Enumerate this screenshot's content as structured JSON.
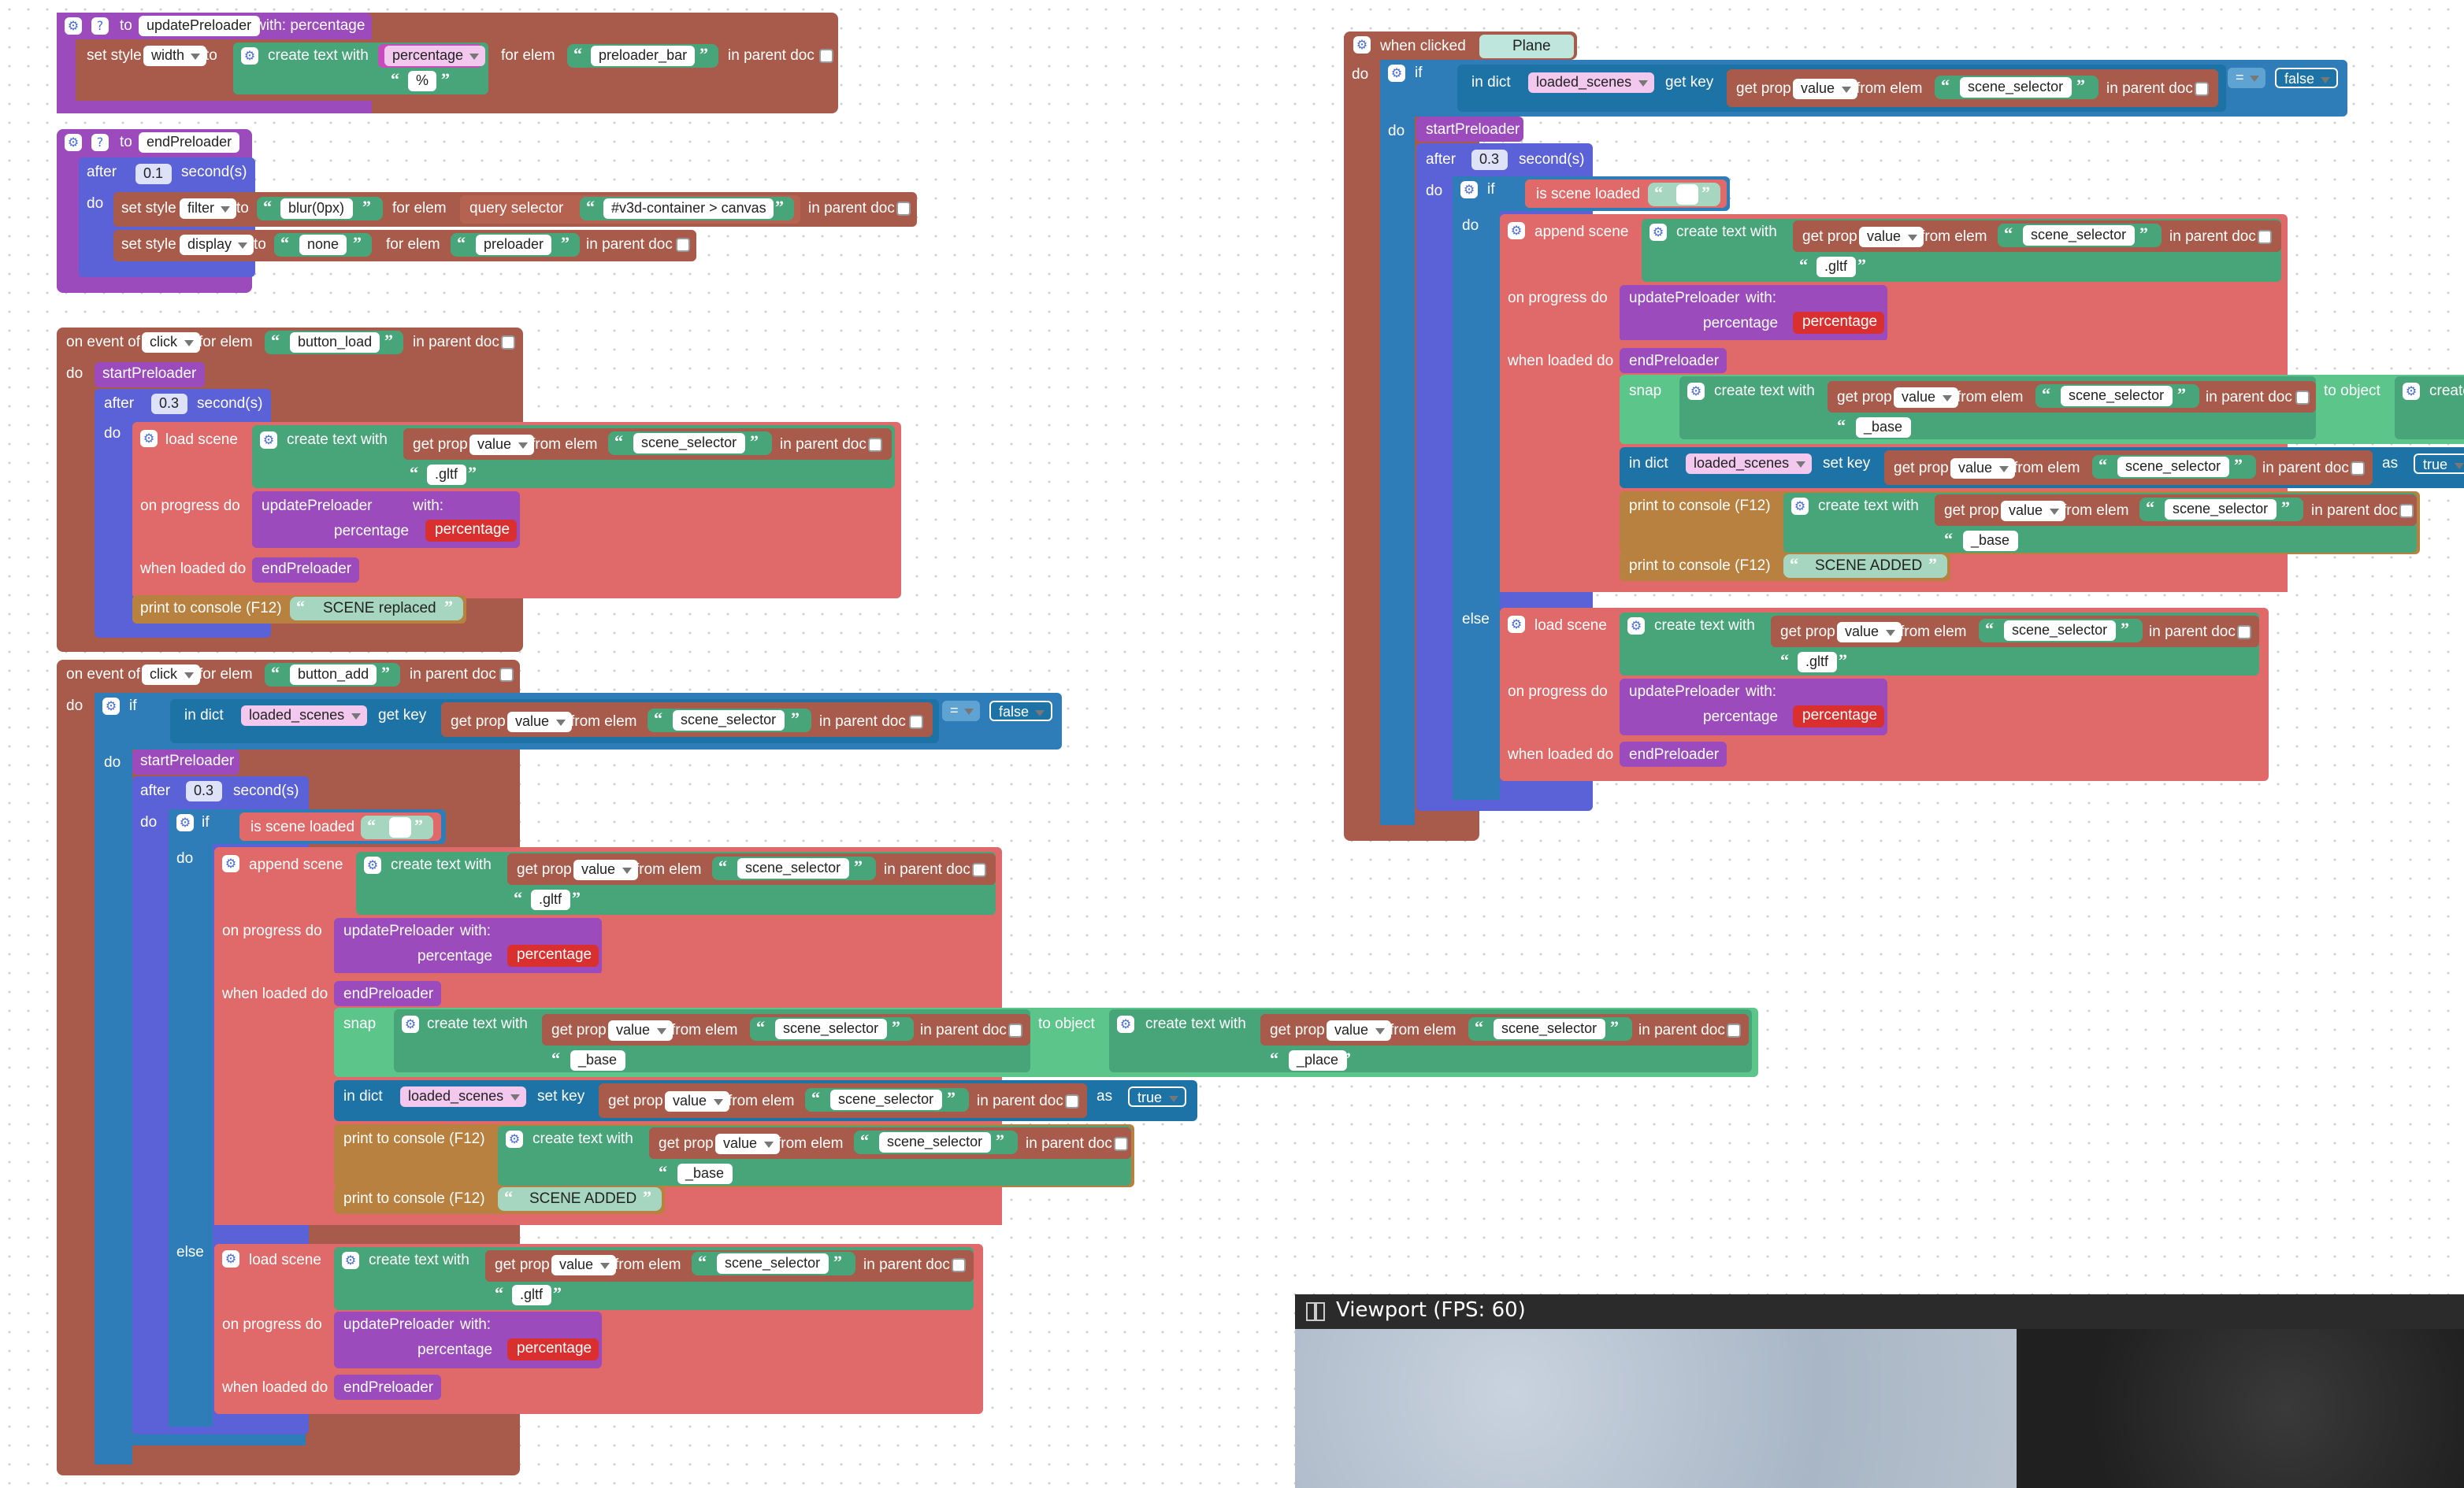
{
  "fn_update": {
    "to": "to",
    "name": "updatePreloader",
    "with": "with: percentage",
    "set_style": "set style",
    "prop": "width",
    "to2": "to",
    "create_text": "create text with",
    "var": "percentage",
    "pct": "%",
    "for_elem": "for elem",
    "elem": "preloader_bar",
    "in_parent": "in parent doc"
  },
  "fn_end": {
    "to": "to",
    "name": "endPreloader",
    "after": "after",
    "delay": "0.1",
    "seconds": "second(s)",
    "do": "do",
    "set_style": "set style",
    "prop1": "filter",
    "to1": "to",
    "val1": "blur(0px)",
    "for_elem": "for elem",
    "query": "query selector",
    "selector": "#v3d-container > canvas",
    "in_parent": "in parent doc",
    "prop2": "display",
    "val2": "none",
    "elem2": "preloader"
  },
  "common": {
    "on_event": "on event of",
    "click": "click",
    "for_elem": "for elem",
    "in_parent": "in parent doc",
    "do": "do",
    "start": "startPreloader",
    "after": "after",
    "delay": "0.3",
    "seconds": "second(s)",
    "load_scene": "load scene",
    "append_scene": "append scene",
    "create_text": "create text with",
    "get_prop": "get prop",
    "value": "value",
    "from_elem": "from elem",
    "scene_selector": "scene_selector",
    "gltf": ".gltf",
    "on_progress": "on progress do",
    "update": "updatePreloader",
    "with": "with:",
    "percentage": "percentage",
    "when_loaded": "when loaded do",
    "end": "endPreloader",
    "print": "print to console (F12)",
    "if": "if",
    "in_dict": "in dict",
    "loaded_scenes": "loaded_scenes",
    "get_key": "get key",
    "set_key": "set key",
    "eq": "=",
    "false": "false",
    "true": "true",
    "as": "as",
    "is_loaded": "is scene loaded",
    "empty": "",
    "snap": "snap",
    "to_object": "to object",
    "create_short": "create",
    "base": "_base",
    "place": "_place",
    "scene_added": "SCENE ADDED",
    "else": "else"
  },
  "ev_load": {
    "button": "button_load",
    "message": "SCENE replaced"
  },
  "ev_add": {
    "button": "button_add"
  },
  "when_clicked": {
    "label": "when clicked",
    "object": "Plane"
  },
  "viewport": {
    "title": "Viewport (FPS: 60)"
  }
}
